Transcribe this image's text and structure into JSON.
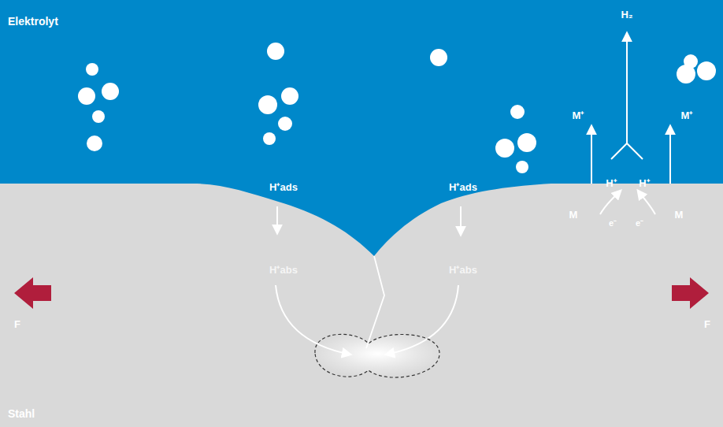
{
  "diagram": {
    "labels": [
      "Elektrolyt",
      "H₂",
      "M⁺",
      "M⁺",
      "H⁺",
      "H⁺",
      "H⁺ads",
      "H⁺ads",
      "M",
      "e⁻",
      "e⁻",
      "M",
      "H⁺abs",
      "H⁺abs",
      "F",
      "F",
      "Stahl"
    ]
  }
}
